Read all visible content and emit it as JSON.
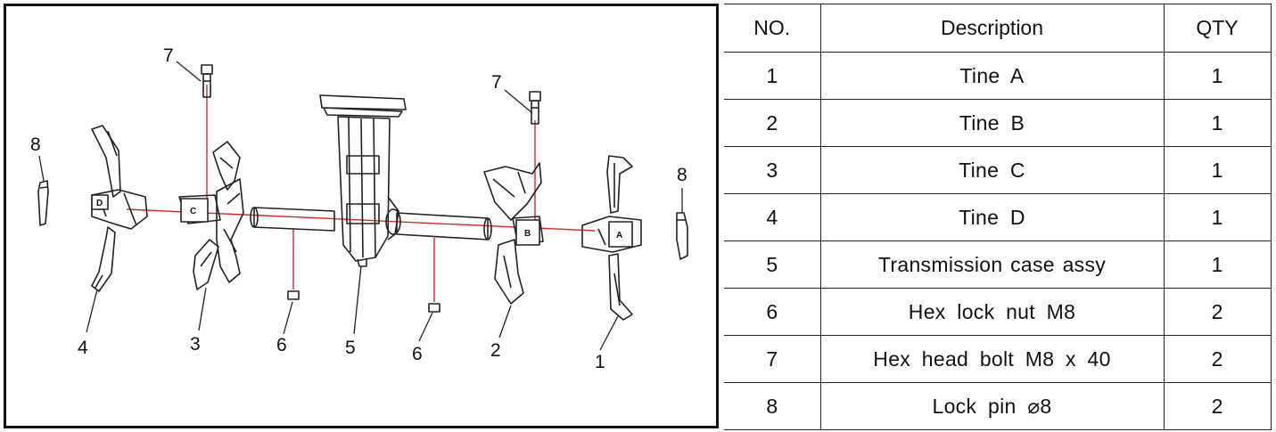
{
  "diagram": {
    "callouts": {
      "n1": "1",
      "n2": "2",
      "n3": "3",
      "n4": "4",
      "n5": "5",
      "n6a": "6",
      "n6b": "6",
      "n7a": "7",
      "n7b": "7",
      "n8a": "8",
      "n8b": "8"
    },
    "tine_letters": {
      "a": "A",
      "b": "B",
      "c": "C",
      "d": "D"
    }
  },
  "table": {
    "headers": {
      "no": "NO.",
      "description": "Description",
      "qty": "QTY"
    },
    "rows": [
      {
        "no": "1",
        "description": "Tine  A",
        "qty": "1"
      },
      {
        "no": "2",
        "description": "Tine  B",
        "qty": "1"
      },
      {
        "no": "3",
        "description": "Tine  C",
        "qty": "1"
      },
      {
        "no": "4",
        "description": "Tine  D",
        "qty": "1"
      },
      {
        "no": "5",
        "description": "Transmission case assy",
        "qty": "1"
      },
      {
        "no": "6",
        "description": "Hex  lock  nut  M8",
        "qty": "2"
      },
      {
        "no": "7",
        "description": "Hex  head  bolt  M8 x 40",
        "qty": "2"
      },
      {
        "no": "8",
        "description": "Lock  pin  ⌀8",
        "qty": "2"
      }
    ]
  }
}
